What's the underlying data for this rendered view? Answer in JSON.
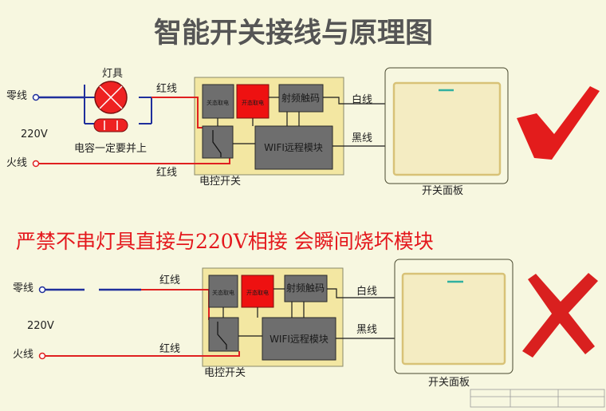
{
  "title": "智能开关接线与原理图",
  "warning": "严禁不串灯具直接与220V相接 会瞬间烧坏模块",
  "colors": {
    "background": "#f7f7e0",
    "title": "#555555",
    "warning": "#e4181d",
    "red_wire": "#e02020",
    "blue_wire": "#1f2f9c",
    "module_board": "#f3e7a2",
    "module_block": "#6e6e6e",
    "relay_block": "#ee1111",
    "check": "#e31c1c",
    "cross": "#d9201f"
  },
  "top": {
    "zero_wire": "零线",
    "live_wire": "火线",
    "voltage": "220V",
    "lamp_label": "灯具",
    "capacitor_note": "电容一定要并上",
    "red_wire_top": "红线",
    "red_wire_bottom": "红线",
    "ssr1": "关态取电",
    "ssr2": "开态取电",
    "rf": "射频触码",
    "wifi": "WIFI远程模块",
    "switch_module": "电控开关",
    "white_wire": "白线",
    "black_wire": "黑线",
    "panel": "开关面板",
    "verdict_icon": "check-mark-icon"
  },
  "bottom": {
    "zero_wire": "零线",
    "live_wire": "火线",
    "voltage": "220V",
    "red_wire_top": "红线",
    "red_wire_bottom": "红线",
    "ssr1": "关态取电",
    "ssr2": "开态取电",
    "rf": "射频触码",
    "wifi": "WIFI远程模块",
    "switch_module": "电控开关",
    "white_wire": "白线",
    "black_wire": "黑线",
    "panel": "开关面板",
    "verdict_icon": "cross-mark-icon"
  }
}
